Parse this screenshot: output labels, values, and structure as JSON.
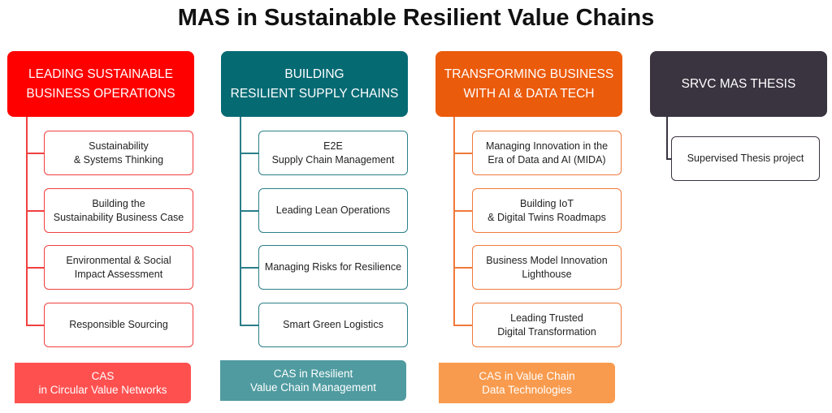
{
  "title": "MAS in Sustainable Resilient Value Chains",
  "columns": [
    {
      "header": "LEADING SUSTAINABLE\nBUSINESS OPERATIONS",
      "color": "#ff0000",
      "line": "#f04040",
      "items": [
        "Sustainability\n& Systems Thinking",
        "Building the\nSustainability Business Case",
        "Environmental & Social\nImpact Assessment",
        "Responsible Sourcing"
      ],
      "cas": "CAS\nin Circular Value Networks",
      "cas_color": "#ff5050"
    },
    {
      "header": "BUILDING\nRESILIENT SUPPLY CHAINS",
      "color": "#066a73",
      "line": "#2a7f88",
      "items": [
        "E2E\nSupply Chain Management",
        "Leading Lean Operations",
        "Managing Risks for Resilience",
        "Smart Green Logistics"
      ],
      "cas": "CAS in Resilient\nValue Chain Management",
      "cas_color": "#4f9ba0"
    },
    {
      "header": "TRANSFORMING BUSINESS\nWITH AI & DATA TECH",
      "color": "#eb5b0c",
      "line": "#f07a3a",
      "items": [
        "Managing Innovation in the\nEra of Data and AI (MIDA)",
        "Building IoT\n& Digital Twins Roadmaps",
        "Business Model Innovation\nLighthouse",
        "Leading Trusted\nDigital Transformation"
      ],
      "cas": "CAS in Value Chain\nData Technologies",
      "cas_color": "#f89b4e"
    }
  ],
  "thesis": {
    "header": "SRVC MAS THESIS",
    "color": "#3a3340",
    "item": "Supervised Thesis project"
  }
}
